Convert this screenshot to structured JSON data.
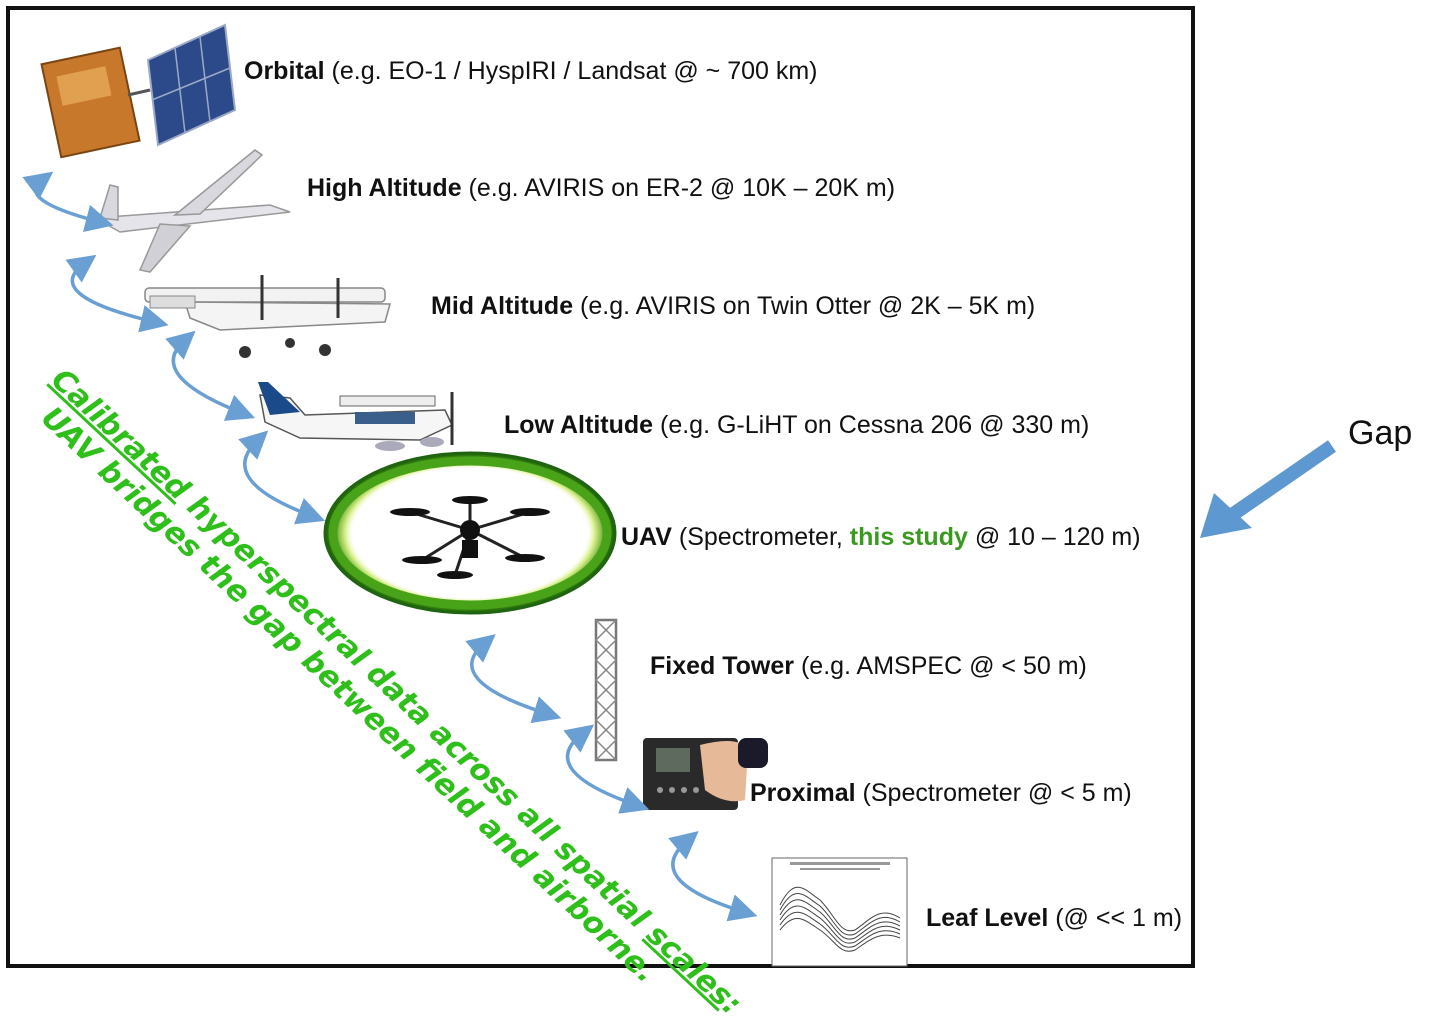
{
  "levels": [
    {
      "name": "Orbital",
      "detail": " (e.g. EO-1 / HyspIRI / Landsat @ ~ 700 km)"
    },
    {
      "name": "High Altitude",
      "detail": " (e.g. AVIRIS on ER-2 @ 10K – 20K m)"
    },
    {
      "name": "Mid Altitude",
      "detail": " (e.g. AVIRIS on Twin Otter @ 2K – 5K m)"
    },
    {
      "name": "Low Altitude",
      "detail": " (e.g. G-LiHT on Cessna 206 @ 330 m)"
    },
    {
      "name": "UAV",
      "detail_pre": " (Spectrometer, ",
      "highlight": "this study",
      "detail_post": " @ 10 – 120 m)"
    },
    {
      "name": "Fixed Tower",
      "detail": " (e.g. AMSPEC @ < 50 m)"
    },
    {
      "name": "Proximal",
      "detail": " (Spectrometer @ < 5 m)"
    },
    {
      "name": "Leaf Level",
      "detail": " (@ << 1 m)"
    }
  ],
  "gap_label": "Gap",
  "slogan": {
    "line1_a": "Calibrated",
    "line1_b": " hyperspectral data across all spatial ",
    "line1_c": "scales",
    "line1_d": ":",
    "line2": "UAV bridges the gap between field and airborne."
  },
  "colors": {
    "arrow": "#6a9fd4",
    "slogan": "#2fbf1a",
    "highlight": "#3a9a1f"
  }
}
